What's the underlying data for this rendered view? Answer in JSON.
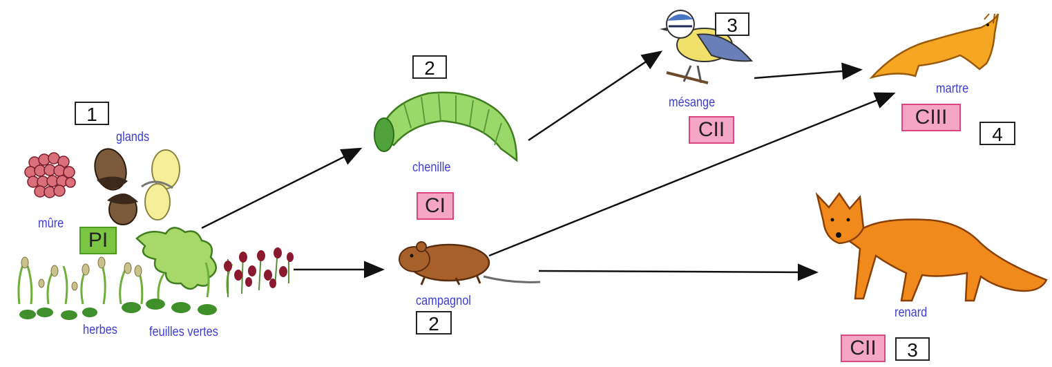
{
  "organisms": {
    "glands": "glands",
    "mure": "mûre",
    "herbes": "herbes",
    "feuilles": "feuilles vertes",
    "chenille": "chenille",
    "campagnol": "campagnol",
    "mesange": "mésange",
    "martre": "martre",
    "renard": "renard"
  },
  "levels": {
    "producers": "1",
    "chenille": "2",
    "campagnol": "2",
    "mesange": "3",
    "martre": "4",
    "renard": "3"
  },
  "tags": {
    "producers": "PI",
    "chenille": "CI",
    "mesange": "CII",
    "martre": "CIII",
    "renard": "CII"
  },
  "colors": {
    "label": "#3d3dd6",
    "consumer_tag": "#f4a6c4",
    "producer_tag": "#7cc443"
  }
}
